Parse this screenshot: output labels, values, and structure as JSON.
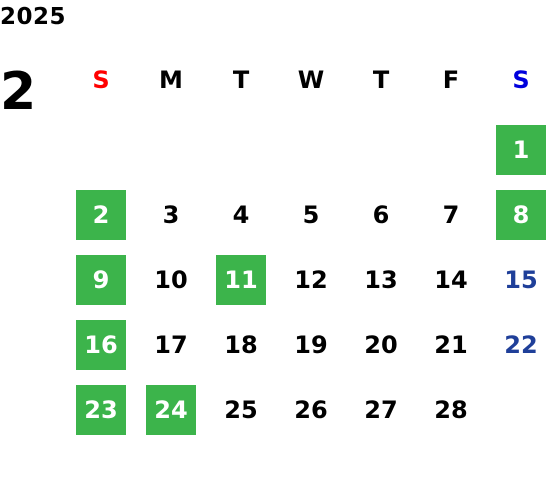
{
  "calendar": {
    "year": "2025",
    "month": "2",
    "weekdays": [
      {
        "label": "S",
        "color": "#ff0000"
      },
      {
        "label": "M",
        "color": "#000000"
      },
      {
        "label": "T",
        "color": "#000000"
      },
      {
        "label": "W",
        "color": "#000000"
      },
      {
        "label": "T",
        "color": "#000000"
      },
      {
        "label": "F",
        "color": "#000000"
      },
      {
        "label": "S",
        "color": "#0000dd"
      }
    ],
    "colors": {
      "highlight_bg": "#3cb44b",
      "highlight_text": "#ffffff",
      "regular_text": "#000000",
      "saturday_text": "#1f3f99"
    },
    "days": [
      {
        "day": "1",
        "weekday": 6,
        "week": 0,
        "highlighted": true
      },
      {
        "day": "2",
        "weekday": 0,
        "week": 1,
        "highlighted": true
      },
      {
        "day": "3",
        "weekday": 1,
        "week": 1,
        "highlighted": false
      },
      {
        "day": "4",
        "weekday": 2,
        "week": 1,
        "highlighted": false
      },
      {
        "day": "5",
        "weekday": 3,
        "week": 1,
        "highlighted": false
      },
      {
        "day": "6",
        "weekday": 4,
        "week": 1,
        "highlighted": false
      },
      {
        "day": "7",
        "weekday": 5,
        "week": 1,
        "highlighted": false
      },
      {
        "day": "8",
        "weekday": 6,
        "week": 1,
        "highlighted": true
      },
      {
        "day": "9",
        "weekday": 0,
        "week": 2,
        "highlighted": true
      },
      {
        "day": "10",
        "weekday": 1,
        "week": 2,
        "highlighted": false
      },
      {
        "day": "11",
        "weekday": 2,
        "week": 2,
        "highlighted": true
      },
      {
        "day": "12",
        "weekday": 3,
        "week": 2,
        "highlighted": false
      },
      {
        "day": "13",
        "weekday": 4,
        "week": 2,
        "highlighted": false
      },
      {
        "day": "14",
        "weekday": 5,
        "week": 2,
        "highlighted": false
      },
      {
        "day": "15",
        "weekday": 6,
        "week": 2,
        "highlighted": false
      },
      {
        "day": "16",
        "weekday": 0,
        "week": 3,
        "highlighted": true
      },
      {
        "day": "17",
        "weekday": 1,
        "week": 3,
        "highlighted": false
      },
      {
        "day": "18",
        "weekday": 2,
        "week": 3,
        "highlighted": false
      },
      {
        "day": "19",
        "weekday": 3,
        "week": 3,
        "highlighted": false
      },
      {
        "day": "20",
        "weekday": 4,
        "week": 3,
        "highlighted": false
      },
      {
        "day": "21",
        "weekday": 5,
        "week": 3,
        "highlighted": false
      },
      {
        "day": "22",
        "weekday": 6,
        "week": 3,
        "highlighted": false
      },
      {
        "day": "23",
        "weekday": 0,
        "week": 4,
        "highlighted": true
      },
      {
        "day": "24",
        "weekday": 1,
        "week": 4,
        "highlighted": true
      },
      {
        "day": "25",
        "weekday": 2,
        "week": 4,
        "highlighted": false
      },
      {
        "day": "26",
        "weekday": 3,
        "week": 4,
        "highlighted": false
      },
      {
        "day": "27",
        "weekday": 4,
        "week": 4,
        "highlighted": false
      },
      {
        "day": "28",
        "weekday": 5,
        "week": 4,
        "highlighted": false
      }
    ]
  }
}
